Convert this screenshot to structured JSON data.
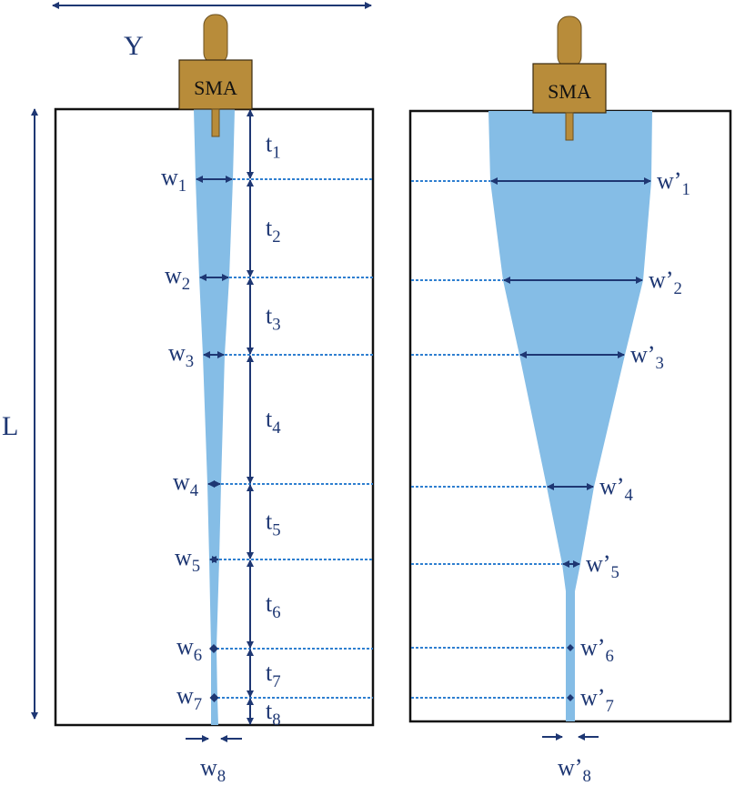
{
  "dimensions": {
    "width_label": "Y",
    "length_label": "L"
  },
  "connector_label": "SMA",
  "colors": {
    "strip": "#85bde6",
    "connector": "#b88c3a",
    "ink": "#1e3773",
    "dots": "#2f7fd0"
  },
  "left_widths": [
    {
      "base": "w",
      "sub": "1"
    },
    {
      "base": "w",
      "sub": "2"
    },
    {
      "base": "w",
      "sub": "3"
    },
    {
      "base": "w",
      "sub": "4"
    },
    {
      "base": "w",
      "sub": "5"
    },
    {
      "base": "w",
      "sub": "6"
    },
    {
      "base": "w",
      "sub": "7"
    },
    {
      "base": "w",
      "sub": "8"
    }
  ],
  "sections": [
    {
      "base": "t",
      "sub": "1"
    },
    {
      "base": "t",
      "sub": "2"
    },
    {
      "base": "t",
      "sub": "3"
    },
    {
      "base": "t",
      "sub": "4"
    },
    {
      "base": "t",
      "sub": "5"
    },
    {
      "base": "t",
      "sub": "6"
    },
    {
      "base": "t",
      "sub": "7"
    },
    {
      "base": "t",
      "sub": "8"
    }
  ],
  "right_widths": [
    {
      "base": "w’",
      "sub": "1"
    },
    {
      "base": "w’",
      "sub": "2"
    },
    {
      "base": "w’",
      "sub": "3"
    },
    {
      "base": "w’",
      "sub": "4"
    },
    {
      "base": "w’",
      "sub": "5"
    },
    {
      "base": "w’",
      "sub": "6"
    },
    {
      "base": "w’",
      "sub": "7"
    },
    {
      "base": "w’",
      "sub": "8"
    }
  ]
}
